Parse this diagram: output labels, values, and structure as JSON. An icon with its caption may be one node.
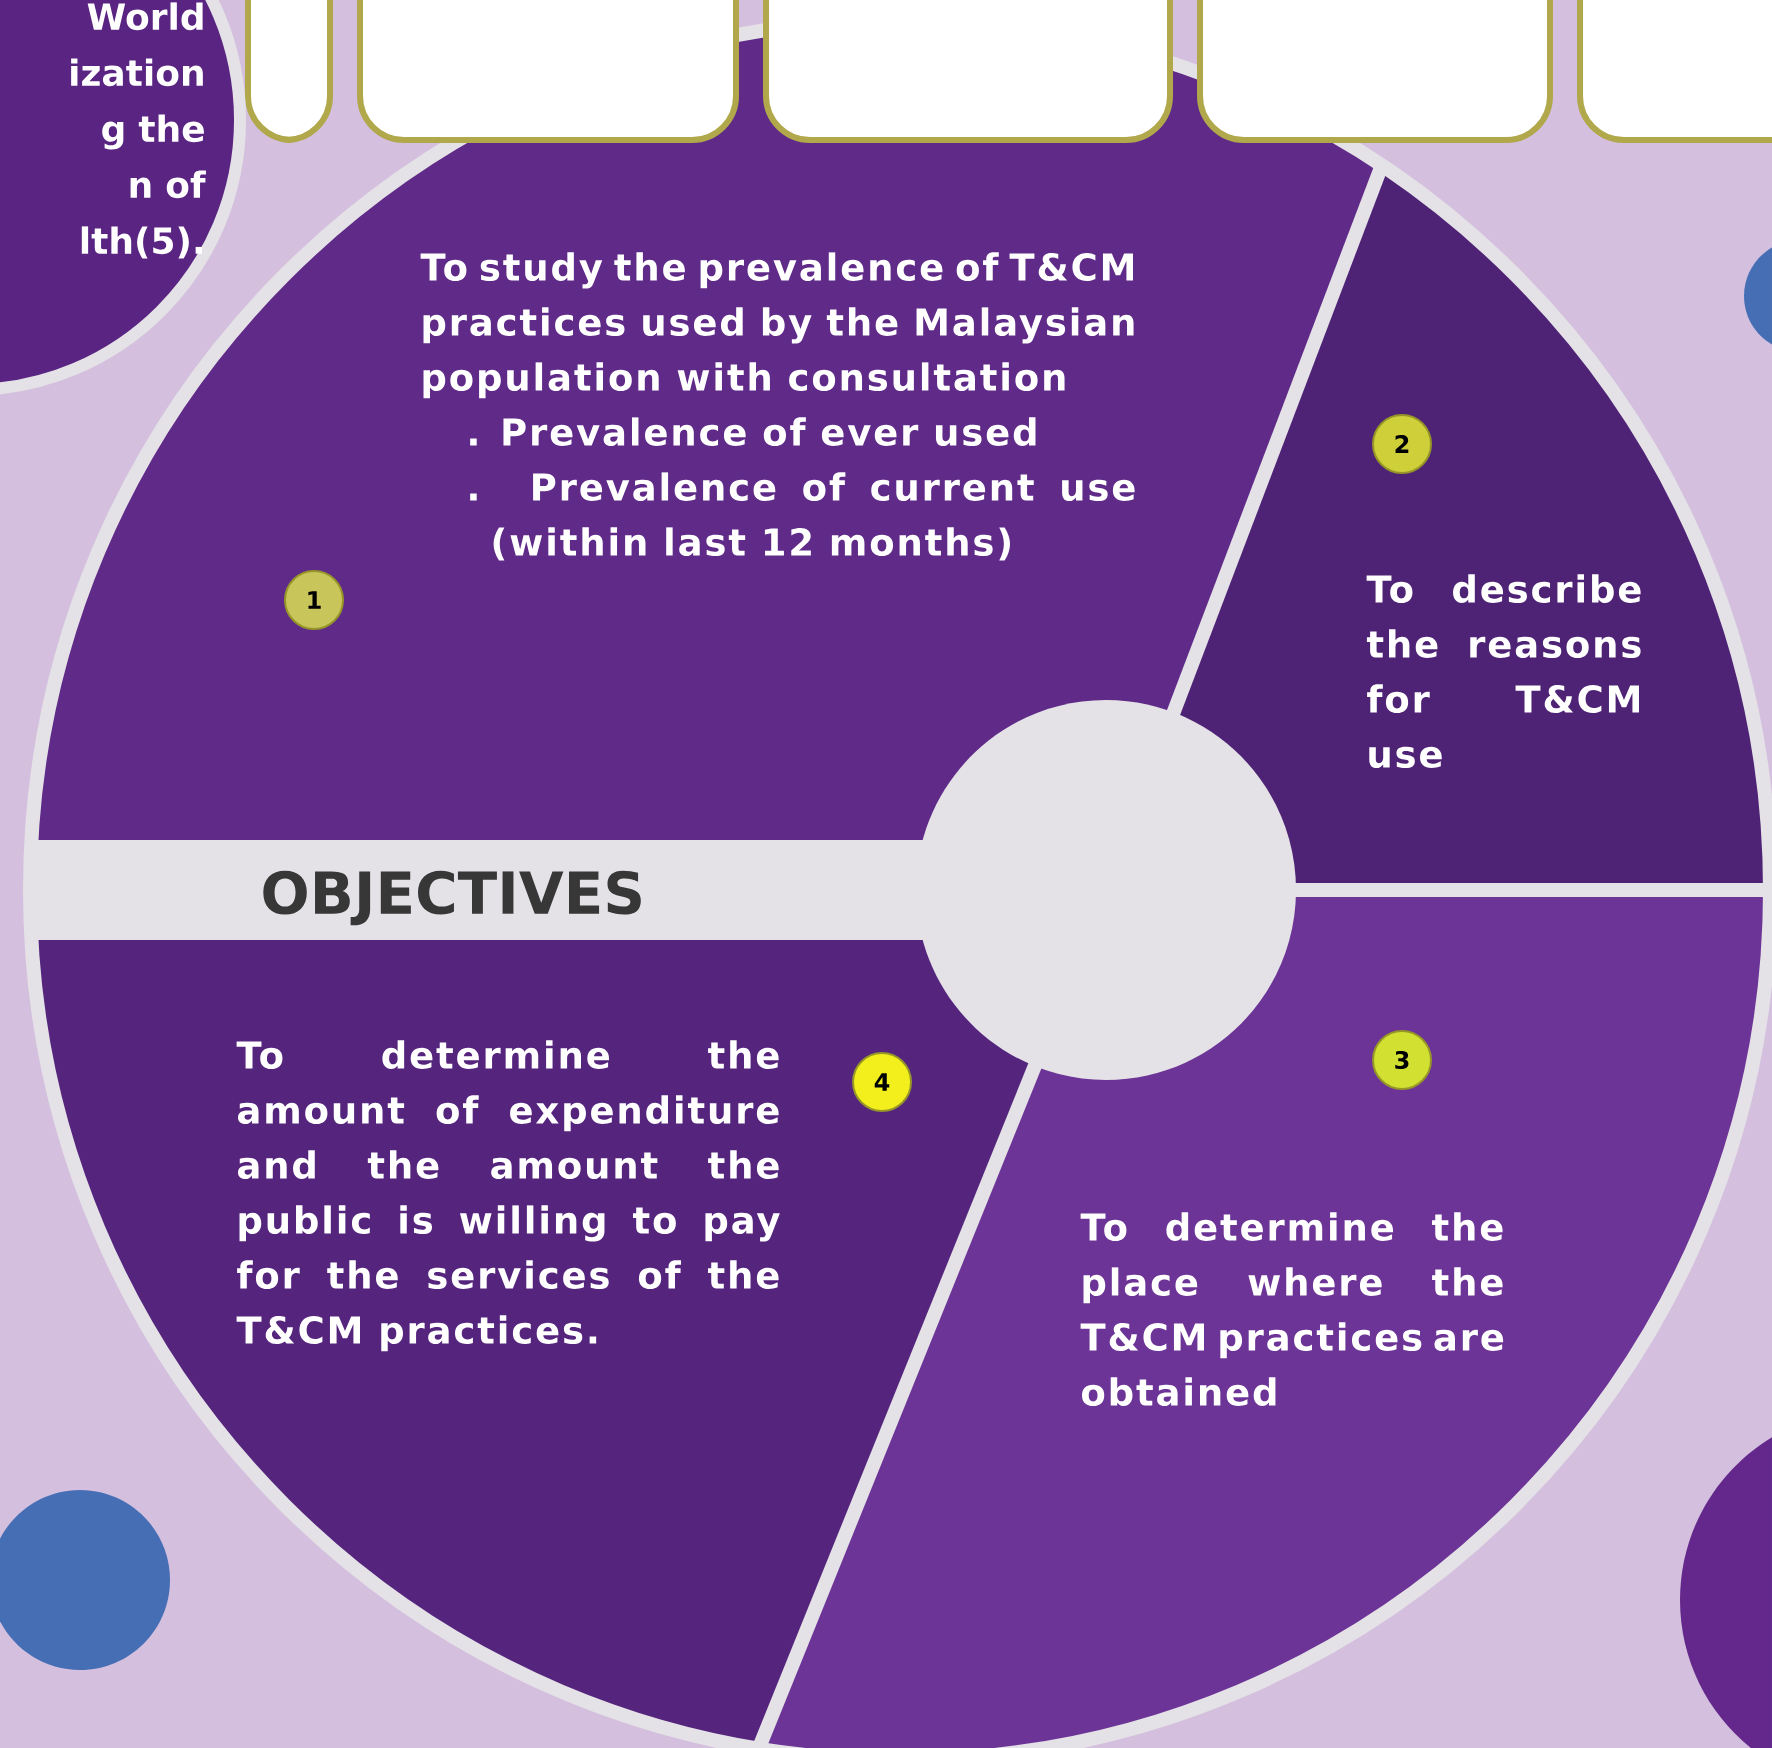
{
  "diagram": {
    "nodes": [
      {
        "text": [
          "World ization g the n of lth(5)."
        ]
      },
      {
        "text": [],
        "shape": "box"
      },
      {
        "text": [],
        "shape": "box"
      },
      {
        "text": [],
        "shape": "box"
      },
      {
        "text": [],
        "shape": "box"
      },
      {
        "text": [],
        "shape": "box"
      },
      {
        "text": [
          "OBJECTIVES"
        ]
      },
      {
        "text": [
          "To study the prevalence of T&CM practices used by the Malaysian population with consultation",
          ". Prevalence of ever used",
          ". Prevalence of current use (within last 12 months)"
        ]
      },
      {
        "text": [
          "1"
        ],
        "in": 7
      },
      {
        "text": [
          "To describe the reasons for T&CM use"
        ]
      },
      {
        "text": [
          "2"
        ],
        "in": 9
      },
      {
        "text": [
          "To determine the place where the T&CM practices are obtained"
        ]
      },
      {
        "text": [
          "3"
        ],
        "in": 11
      },
      {
        "text": [
          "To determine the amount of expenditure and the amount the public is willing to pay for the services of the T&CM practices."
        ]
      },
      {
        "text": [
          "4"
        ],
        "in": 13
      }
    ]
  }
}
